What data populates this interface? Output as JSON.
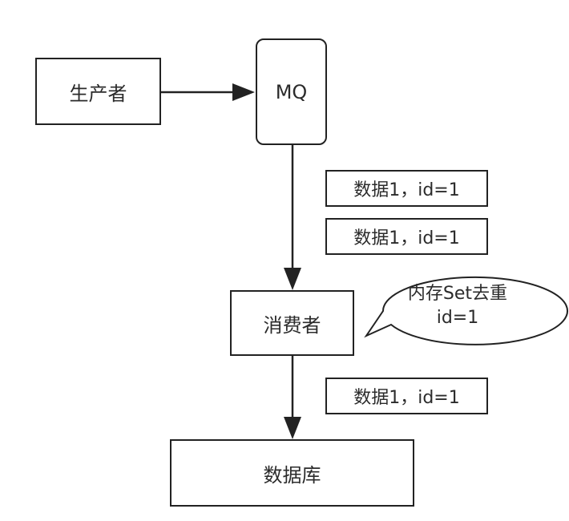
{
  "nodes": {
    "producer": "生产者",
    "mq": "MQ",
    "consumer": "消费者",
    "database": "数据库"
  },
  "messages": [
    "数据1，id=1",
    "数据1，id=1",
    "数据1，id=1"
  ],
  "callout": {
    "line1": "内存Set去重",
    "line2": "id=1"
  },
  "colors": {
    "stroke": "#222222",
    "text": "#2b2b2b",
    "background": "#ffffff"
  }
}
